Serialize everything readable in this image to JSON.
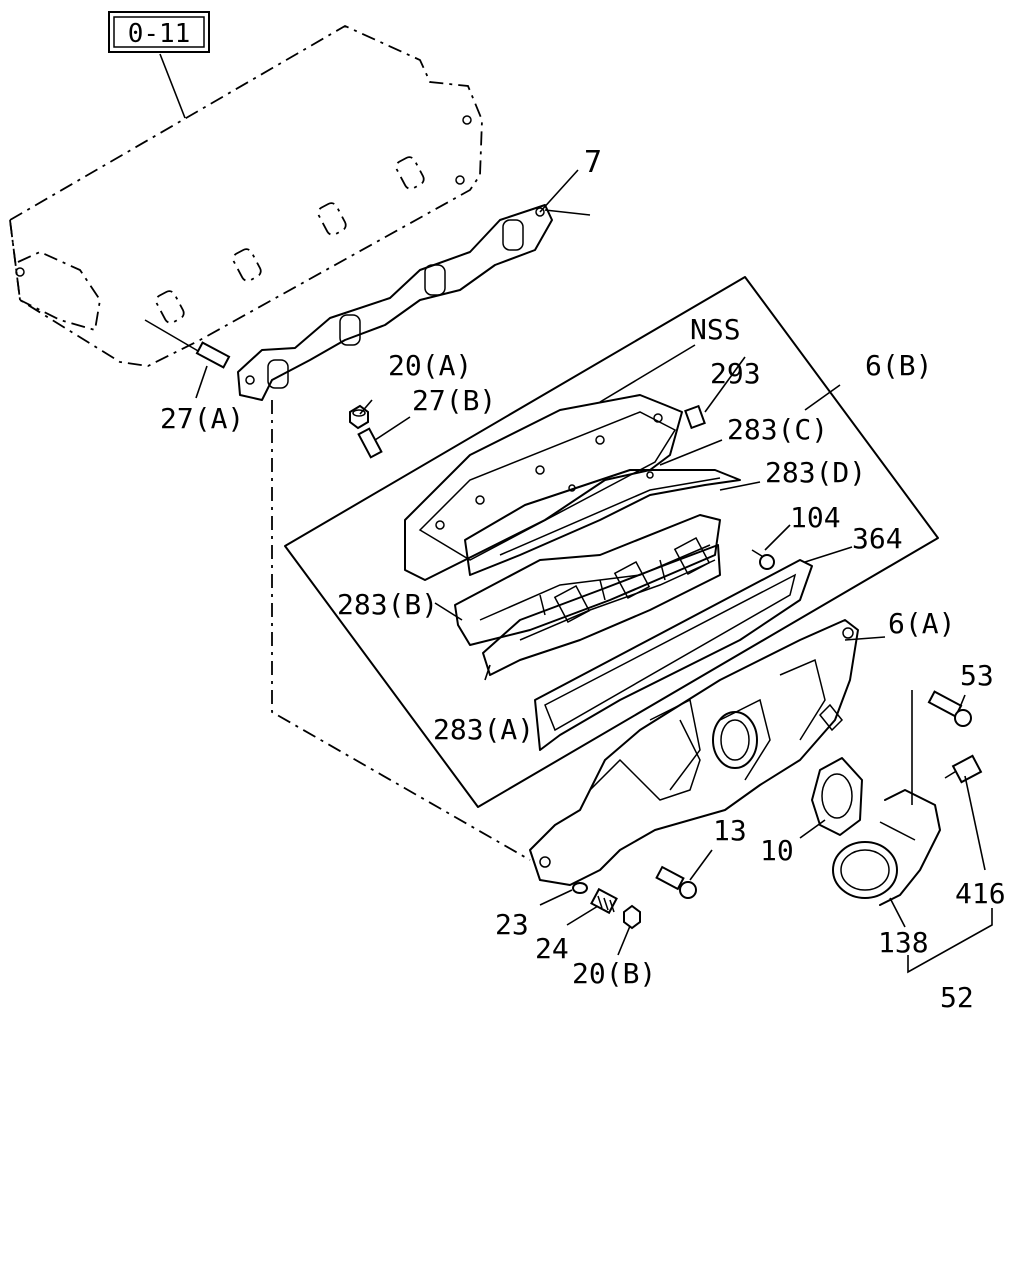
{
  "reference": "0-11",
  "callouts": {
    "gasket_7": "7",
    "nss": "NSS",
    "nut_20a": "20(A)",
    "stud_27b": "27(B)",
    "stud_27a": "27(A)",
    "cover_6b": "6(B)",
    "bolt_293": "293",
    "plate_283c": "283(C)",
    "plate_283d": "283(D)",
    "bolt_104": "104",
    "gasket_364": "364",
    "plate_283b": "283(B)",
    "manifold_6a": "6(A)",
    "plate_283a": "283(A)",
    "bolt_53": "53",
    "bolt_13": "13",
    "gasket_10": "10",
    "sensor_416": "416",
    "washer_23": "23",
    "spring_24": "24",
    "nut_20b": "20(B)",
    "pipe_138": "138",
    "assembly_52": "52"
  }
}
